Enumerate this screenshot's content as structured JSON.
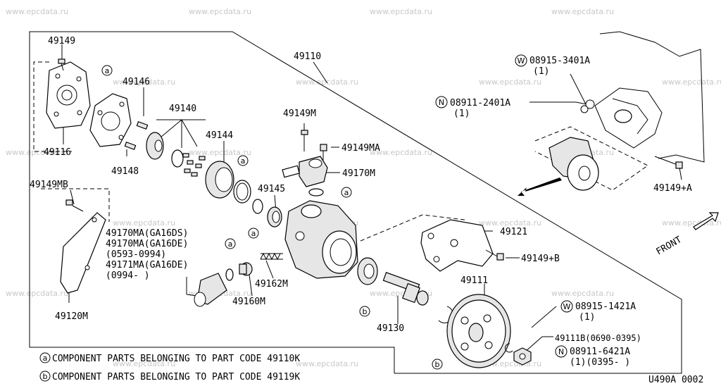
{
  "watermark": "www.epcdata.ru",
  "diagram_code": "U490A 0002",
  "front_label": "FRONT",
  "labels": {
    "p49149": "49149",
    "p49110": "49110",
    "p49146": "49146",
    "p49140": "49140",
    "p49144": "49144",
    "p49116": "49116",
    "p49148": "49148",
    "p49149m": "49149M",
    "p49149ma": "49149MA",
    "p49170m": "49170M",
    "p49145": "49145",
    "p49149mb": "49149MB",
    "p49170ma_1": "49170MA(GA16DS)",
    "p49170ma_2": "49170MA(GA16DE)",
    "p49170ma_3": "(0593-0994)",
    "p49171ma_1": "49171MA(GA16DE)",
    "p49171ma_2": "(0994-     )",
    "p49121": "49121",
    "p49149b": "49149+B",
    "p49162m": "49162M",
    "p49120m": "49120M",
    "p49160m": "49160M",
    "p49111": "49111",
    "p49130": "49130",
    "w08915_3401a": "08915-3401A",
    "q1a": "(1)",
    "n08911_2401a": "08911-2401A",
    "q1b": "(1)",
    "p49149a": "49149+A",
    "w08915_1421a": "08915-1421A",
    "q1c": "(1)",
    "p49111b": "49111B(0690-0395)",
    "n08911_6421a": "08911-6421A",
    "q1d": "(1)(0395-     )"
  },
  "markers": {
    "a": "a",
    "b": "b",
    "w": "W",
    "n": "N"
  },
  "notes": [
    {
      "marker": "a",
      "text": "COMPONENT PARTS BELONGING TO PART CODE 49110K"
    },
    {
      "marker": "b",
      "text": "COMPONENT PARTS BELONGING TO PART CODE 49119K"
    }
  ]
}
